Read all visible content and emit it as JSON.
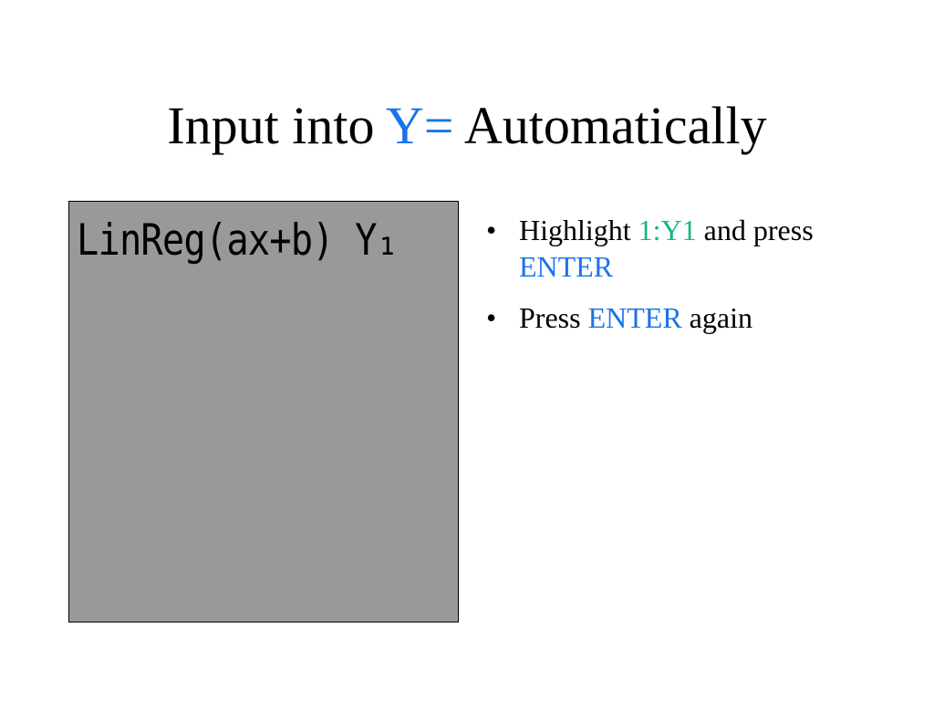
{
  "title": {
    "part1": "Input into",
    "accent": "Y=",
    "part2": "Automatically"
  },
  "calculator": {
    "screen_text": "LinReg(ax+b) Y₁"
  },
  "bullets": [
    {
      "bullet": "•",
      "text1": "Highlight",
      "highlight": "1:Y1",
      "text2": "and press",
      "key": "ENTER"
    },
    {
      "bullet": "•",
      "text1": "Press",
      "key": "ENTER",
      "text2": "again"
    }
  ],
  "colors": {
    "accent_blue": "#1a73e8",
    "accent_teal": "#12b886",
    "screen_gray": "#999999"
  }
}
